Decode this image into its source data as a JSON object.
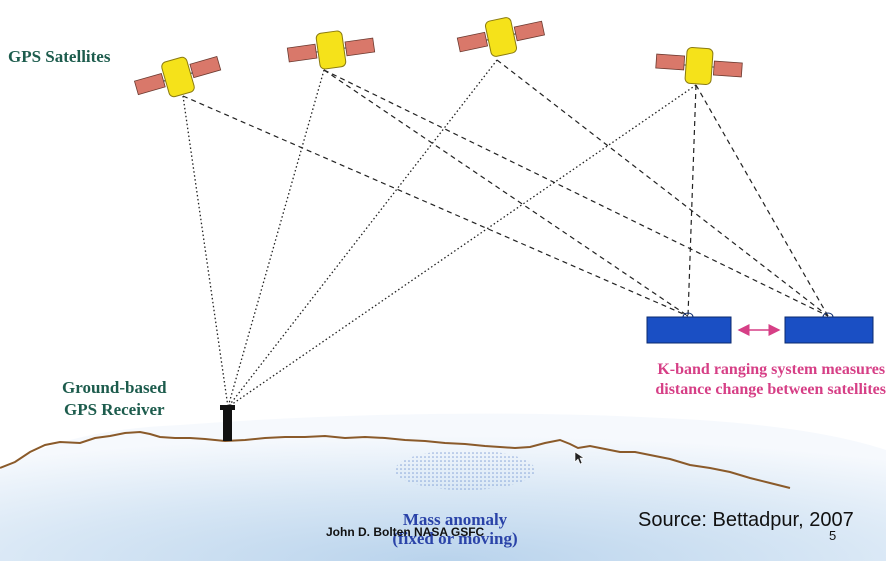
{
  "labels": {
    "gps_satellites": "GPS Satellites",
    "ground_receiver_line1": "Ground-based",
    "ground_receiver_line2": "GPS Receiver",
    "kband_line1": "K-band ranging system measures",
    "kband_line2": "distance change between satellites",
    "mass_anomaly_line1": "Mass anomaly",
    "mass_anomaly_line2": "(fixed or moving)",
    "author": "John D. Bolten NASA GSFC",
    "source": "Source: Bettadpur, 2007",
    "page_number": "5"
  },
  "colors": {
    "satellite_body": "#f5e21a",
    "solar_panel": "#d9786a",
    "grace_satellite": "#1a4fc4",
    "kband_arrow": "#d63f86",
    "terrain_line": "#8a5a2a",
    "earth_fill": "#dbe9f6",
    "title_text": "#1d5c4d"
  },
  "icons": {
    "gps_satellite": "satellite-icon",
    "grace_satellite": "grace-satellite-icon",
    "receiver": "antenna-icon",
    "cursor": "mouse-pointer-icon"
  }
}
